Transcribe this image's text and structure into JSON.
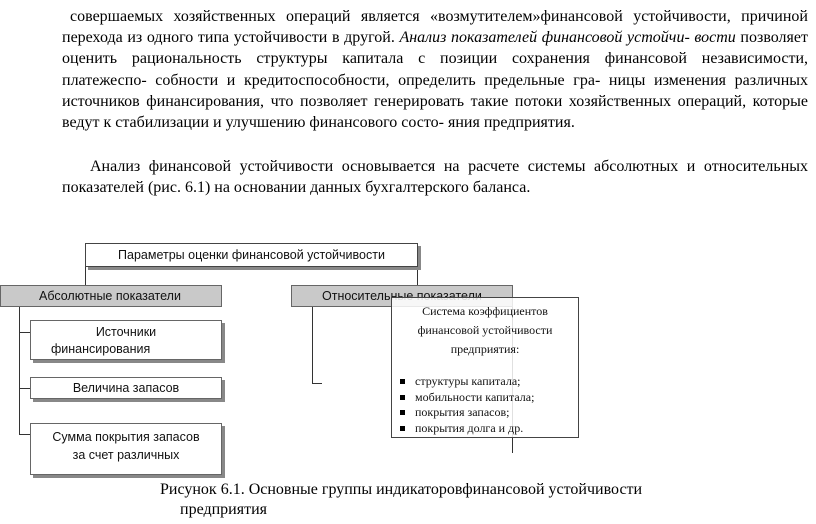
{
  "body": {
    "p1_a": "совершаемых хозяйственных операций является «возмутителем»финансовой устойчивости, причиной перехода из одного типа устойчивости в другой. ",
    "p1_italic": "Анализ показателей финансовой устойчи- вости",
    "p1_b": " позволяет оценить рациональность структуры капитала с позиции сохранения финансовой независимости, платежеспо- собности и кредитоспособности, определить предельные гра- ницы изменения различных источников финансирования, что позволяет генерировать такие потоки хозяйственных операций, которые ведут к стабилизации и улучшению финансового состо- яния предприятия.",
    "p2": "Анализ финансовой устойчивости основывается на расчете системы абсолютных и относительных показателей (рис. 6.1) на основании данных бухгалтерского баланса."
  },
  "diagram": {
    "title": "Параметры оценки финансовой устойчивости",
    "absolute": "Абсолютные показатели",
    "relative": "Относительные показатели",
    "sources_line1": "Источники",
    "sources_line2": "финансирования",
    "stock": "Величина запасов",
    "cover_line1": "Сумма покрытия запасов",
    "cover_line2": "за счет различных",
    "dash": "_",
    "ratio_title": "Система коэффициентов финансовой устойчивости предприятия:",
    "ratio_items": [
      "структуры капитала;",
      "мобильности капитала;",
      "покрытия запасов;",
      "покрытия долга и др."
    ]
  },
  "caption": {
    "line1": "Рисунок 6.1. Основные группы индикаторовфинансовой устойчивости",
    "line2": "предприятия"
  }
}
